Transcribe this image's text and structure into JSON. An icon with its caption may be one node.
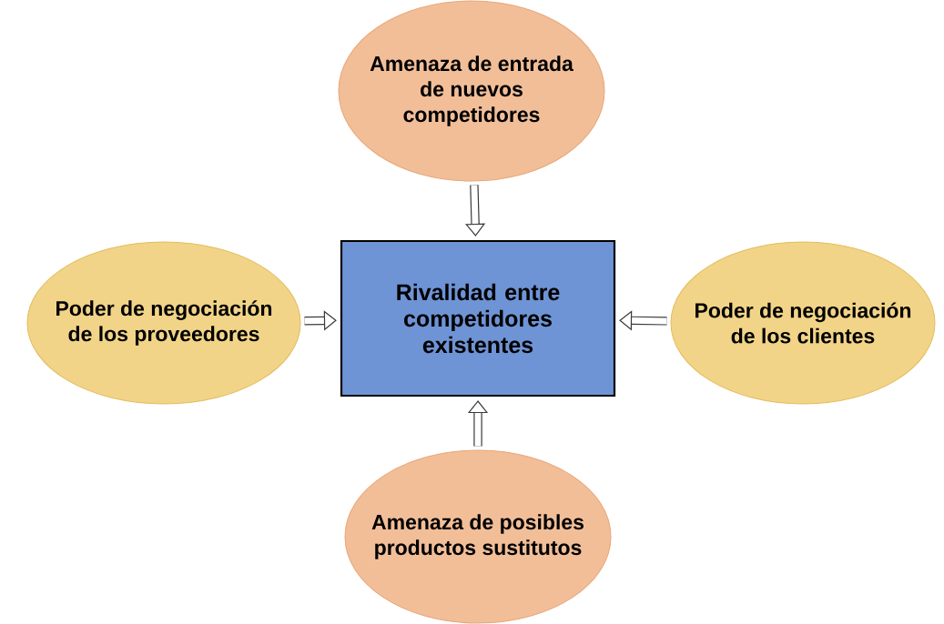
{
  "diagram": {
    "nodes": [
      {
        "text": [
          "Amenaza de entrada de nuevos competidores"
        ]
      },
      {
        "text": [
          "Poder de negociación de los proveedores"
        ]
      },
      {
        "text": [
          "Rivalidad entre competidores existentes"
        ]
      },
      {
        "text": [
          "Poder de negociación de los clientes"
        ]
      },
      {
        "text": [
          "Amenaza de posibles productos sustitutos"
        ]
      }
    ],
    "edges": [
      {
        "from": 0,
        "to": 2,
        "arrow": "to"
      },
      {
        "from": 1,
        "to": 2,
        "arrow": "to"
      },
      {
        "from": 3,
        "to": 2,
        "arrow": "to"
      },
      {
        "from": 4,
        "to": 2,
        "arrow": "to"
      }
    ]
  }
}
